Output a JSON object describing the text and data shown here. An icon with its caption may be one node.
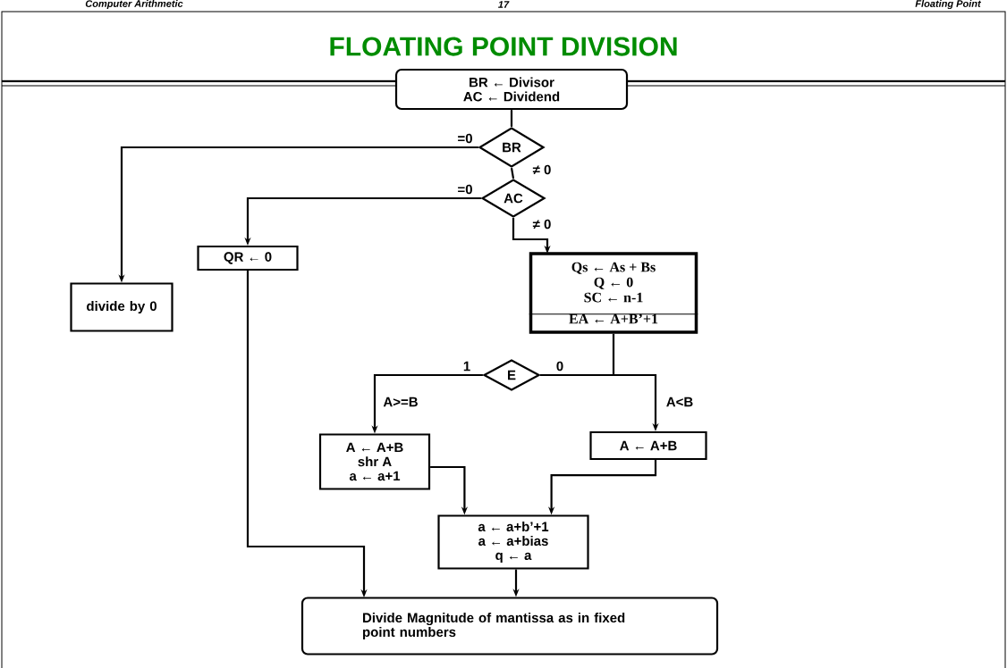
{
  "diagram": {
    "title": "FLOATING POINT DIVISION",
    "nodes": [
      {
        "text": [
          "BR ← Divisor",
          "AC ← Dividend"
        ]
      },
      {
        "text": [
          "BR"
        ]
      },
      {
        "text": [
          "AC"
        ]
      },
      {
        "text": [
          "divide by 0"
        ]
      },
      {
        "text": [
          "QR ← 0"
        ]
      },
      {
        "text": [
          "Qs ← As + Bs",
          "Q ← 0",
          "SC ← n-1",
          "EA ← A+B’+1"
        ]
      },
      {
        "text": [
          "E"
        ]
      },
      {
        "text": [
          "A ← A+B",
          "shr A",
          "a ← a+1"
        ]
      },
      {
        "text": [
          "A ← A+B"
        ]
      },
      {
        "text": [
          "a ← a+b’+1",
          "a ← a+bias",
          "q ← a"
        ]
      },
      {
        "text": [
          "Divide Magnitude of mantissa as in fixed point numbers"
        ]
      }
    ],
    "edges": [
      {
        "from": 0,
        "to": 1,
        "arrow": "none"
      },
      {
        "from": 1,
        "to": 3,
        "arrow": "to",
        "label": "=0"
      },
      {
        "from": 1,
        "to": 2,
        "arrow": "none",
        "label": "≠ 0"
      },
      {
        "from": 2,
        "to": 4,
        "arrow": "to",
        "label": "=0"
      },
      {
        "from": 2,
        "to": 5,
        "arrow": "to",
        "label": "≠ 0"
      },
      {
        "from": 5,
        "to": 6,
        "arrow": "none"
      },
      {
        "from": 6,
        "to": 7,
        "arrow": "to",
        "label": "1"
      },
      {
        "from": 6,
        "to": 8,
        "arrow": "to",
        "label": "0"
      },
      {
        "from": 7,
        "to": 9,
        "arrow": "to"
      },
      {
        "from": 8,
        "to": 9,
        "arrow": "to"
      },
      {
        "from": 9,
        "to": 10,
        "arrow": "to"
      },
      {
        "from": 4,
        "to": 10,
        "arrow": "to"
      }
    ],
    "labels": [
      "Computer Arithmetic",
      "17",
      "Floating Point",
      "A>=B",
      "A<B"
    ]
  }
}
